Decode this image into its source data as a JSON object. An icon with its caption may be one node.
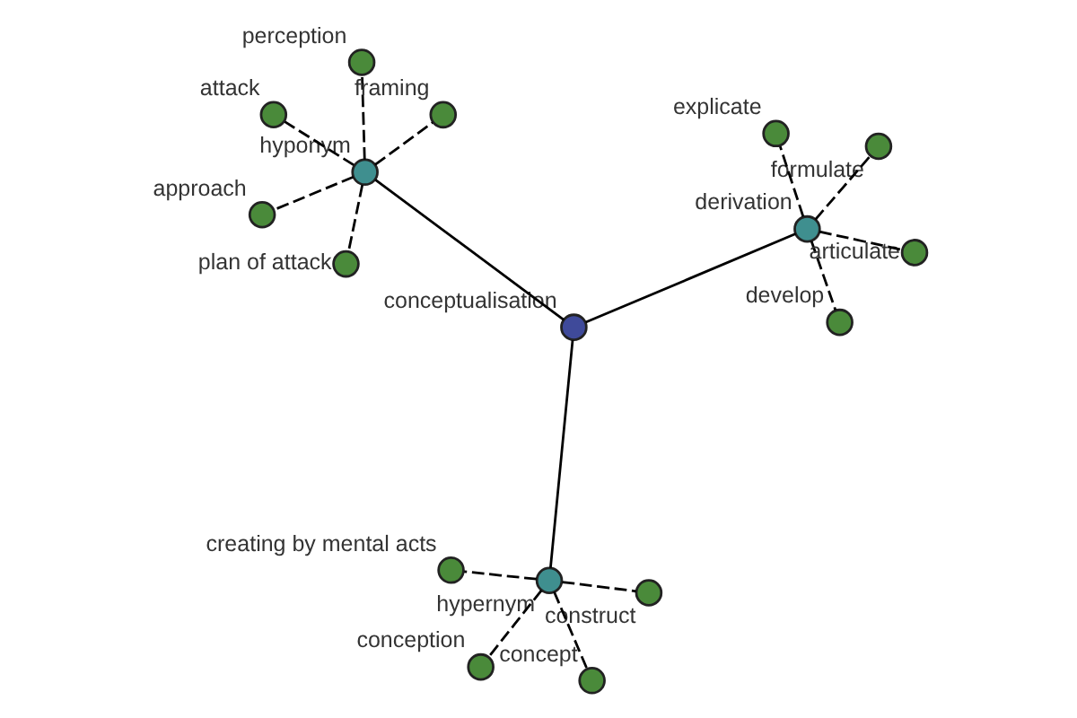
{
  "diagram": {
    "nodes": [
      {
        "text": [
          "conceptualisation"
        ]
      },
      {
        "text": [
          "hyponym"
        ]
      },
      {
        "text": [
          "plan of attack"
        ]
      },
      {
        "text": [
          "perception"
        ]
      },
      {
        "text": [
          "framing"
        ]
      },
      {
        "text": [
          "attack"
        ]
      },
      {
        "text": [
          "approach"
        ]
      },
      {
        "text": [
          "hypernym"
        ]
      },
      {
        "text": [
          "conception"
        ]
      },
      {
        "text": [
          "construct"
        ]
      },
      {
        "text": [
          "concept"
        ]
      },
      {
        "text": [
          "creating by mental acts"
        ]
      },
      {
        "text": [
          "derivation"
        ]
      },
      {
        "text": [
          "formulate"
        ]
      },
      {
        "text": [
          "explicate"
        ]
      },
      {
        "text": [
          "develop"
        ]
      },
      {
        "text": [
          "articulate"
        ]
      }
    ],
    "edges": [
      {
        "from": 0,
        "to": 1,
        "arrow": "none"
      },
      {
        "from": 1,
        "to": 2,
        "arrow": "none",
        "style": "dashed"
      },
      {
        "from": 1,
        "to": 3,
        "arrow": "none",
        "style": "dashed"
      },
      {
        "from": 1,
        "to": 4,
        "arrow": "none",
        "style": "dashed"
      },
      {
        "from": 1,
        "to": 5,
        "arrow": "none",
        "style": "dashed"
      },
      {
        "from": 1,
        "to": 6,
        "arrow": "none",
        "style": "dashed"
      },
      {
        "from": 0,
        "to": 7,
        "arrow": "none"
      },
      {
        "from": 7,
        "to": 8,
        "arrow": "none",
        "style": "dashed"
      },
      {
        "from": 7,
        "to": 9,
        "arrow": "none",
        "style": "dashed"
      },
      {
        "from": 7,
        "to": 10,
        "arrow": "none",
        "style": "dashed"
      },
      {
        "from": 7,
        "to": 11,
        "arrow": "none",
        "style": "dashed"
      },
      {
        "from": 0,
        "to": 12,
        "arrow": "none"
      },
      {
        "from": 12,
        "to": 13,
        "arrow": "none",
        "style": "dashed"
      },
      {
        "from": 12,
        "to": 14,
        "arrow": "none",
        "style": "dashed"
      },
      {
        "from": 12,
        "to": 15,
        "arrow": "none",
        "style": "dashed"
      },
      {
        "from": 12,
        "to": 16,
        "arrow": "none",
        "style": "dashed"
      }
    ]
  }
}
